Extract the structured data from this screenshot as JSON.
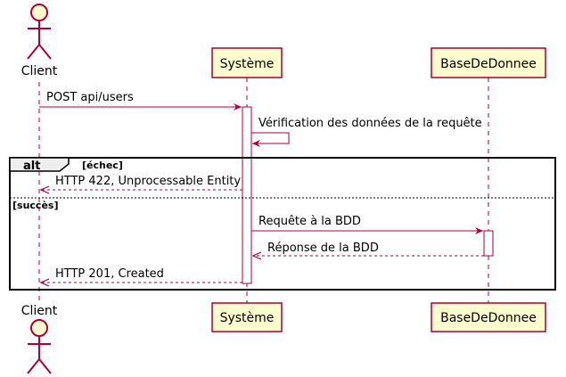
{
  "participants": {
    "client": "Client",
    "systeme": "Système",
    "bdd": "BaseDeDonnee"
  },
  "messages": {
    "m1": "POST api/users",
    "m2": "Vérification des données de la requête",
    "m3": "HTTP 422, Unprocessable Entity",
    "m4": "Requête à la BDD",
    "m5": "Réponse de la BDD",
    "m6": "HTTP 201, Created"
  },
  "fragment": {
    "keyword": "alt",
    "guard1": "[échec]",
    "guard2": "[succès]"
  },
  "colors": {
    "line": "#A80036",
    "participant_fill": "#FEFECE",
    "actor_fill": "#FEFECE"
  }
}
